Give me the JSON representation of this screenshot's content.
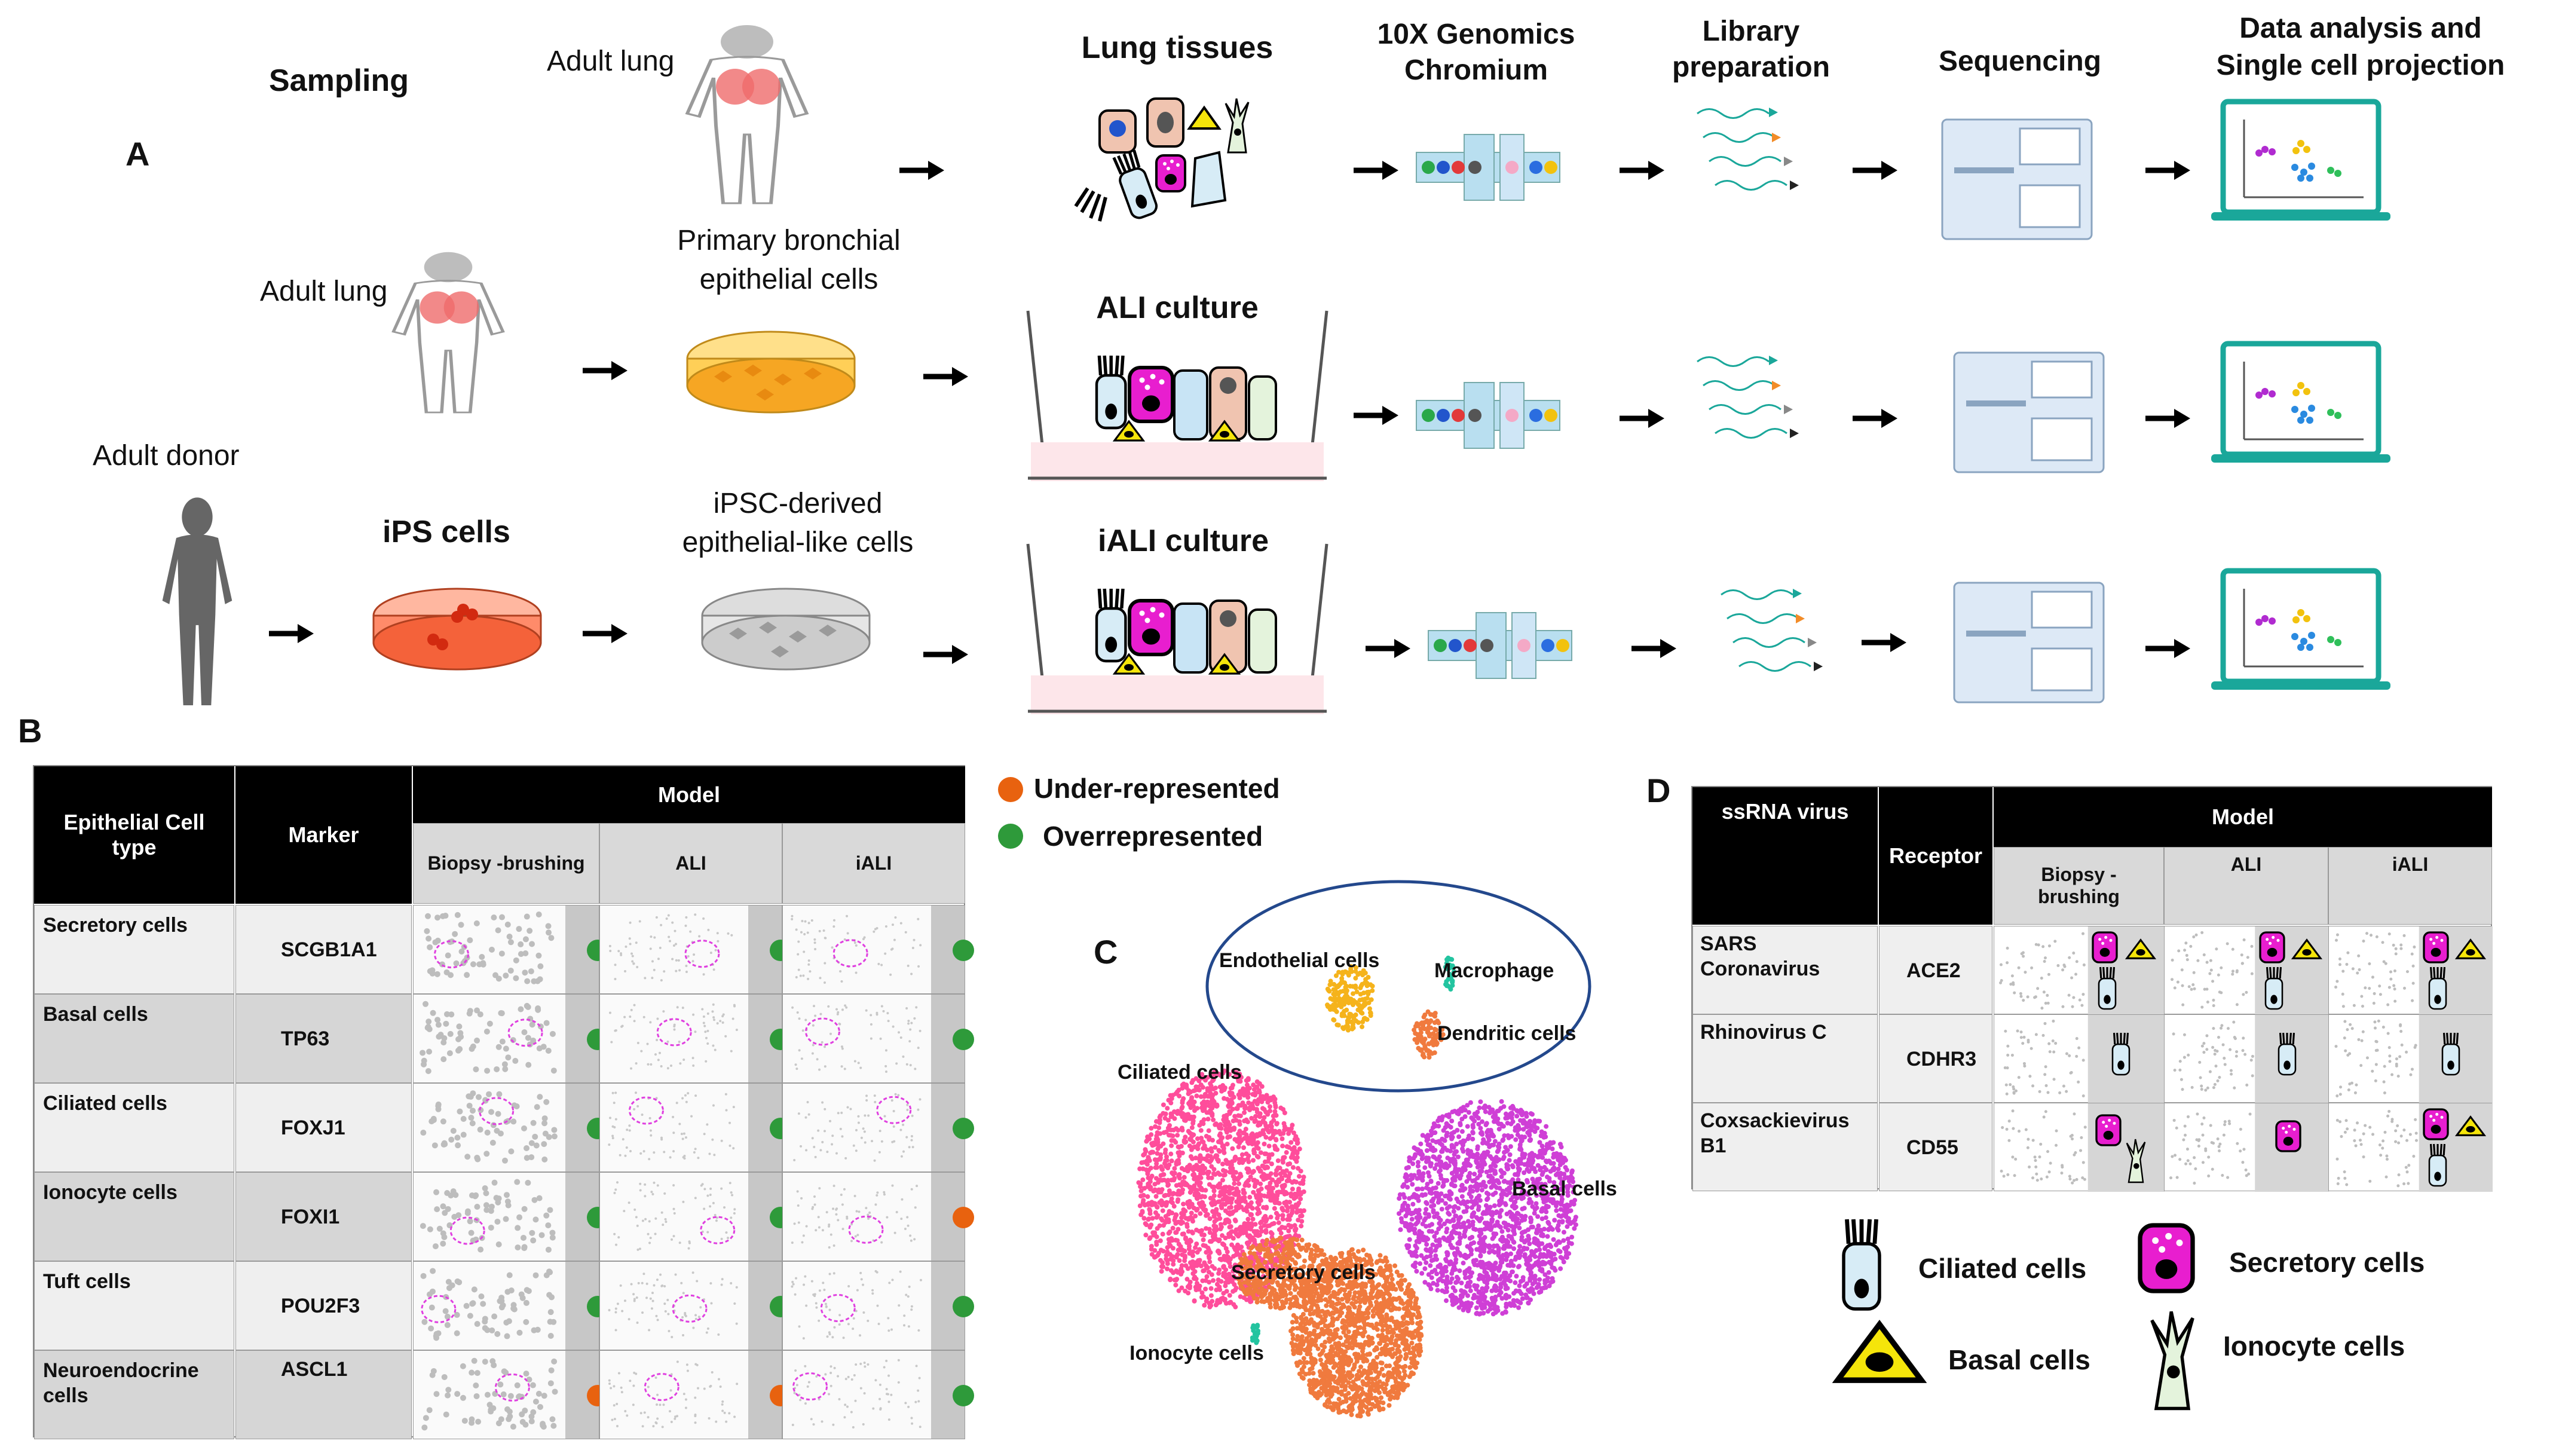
{
  "colors": {
    "green_dot": "#2e9a3a",
    "orange_dot": "#e8620f",
    "magenta_oval": "#e040e0",
    "laptop": "#1aa79a",
    "ciliated": "#ff4d9b",
    "basal": "#cf3fd6",
    "secondary": "#f07a3e",
    "endothelial": "#f5b31b",
    "macrophage": "#23c4a0"
  },
  "panelA": {
    "letter": "A",
    "sampling": "Sampling",
    "adult_lung_1": "Adult lung",
    "adult_lung_2": "Adult lung",
    "adult_donor": "Adult donor",
    "primary_cells": [
      "Primary bronchial",
      "epithelial cells"
    ],
    "ips_cells": "iPS cells",
    "ipsc_derived": [
      "iPSC-derived",
      "epithelial-like cells"
    ],
    "lung_tissues": "Lung tissues",
    "ali_culture": "ALI culture",
    "iali_culture": "iALI culture",
    "genomics": [
      "10X Genomics",
      "Chromium"
    ],
    "library": [
      "Library",
      "preparation"
    ],
    "sequencing": "Sequencing",
    "analysis": [
      "Data analysis and",
      "Single cell projection"
    ]
  },
  "panelB": {
    "letter": "B",
    "headers": {
      "cell_type": [
        "Epithelial Cell",
        "type"
      ],
      "marker": "Marker",
      "model": "Model",
      "biopsy": "Biopsy -brushing",
      "ali": "ALI",
      "iali": "iALI"
    },
    "rows": [
      {
        "type": [
          "Secretory cells"
        ],
        "marker": "SCGB1A1",
        "dots": [
          "green",
          "green",
          "green"
        ]
      },
      {
        "type": [
          "Basal cells"
        ],
        "marker": "TP63",
        "dots": [
          "green",
          "green",
          "green"
        ]
      },
      {
        "type": [
          "Ciliated cells"
        ],
        "marker": "FOXJ1",
        "dots": [
          "green",
          "green",
          "green"
        ]
      },
      {
        "type": [
          "Ionocyte cells"
        ],
        "marker": "FOXI1",
        "dots": [
          "green",
          "green",
          "orange"
        ]
      },
      {
        "type": [
          "Tuft cells"
        ],
        "marker": "POU2F3",
        "dots": [
          "green",
          "green",
          "green"
        ]
      },
      {
        "type": [
          "Neuroendocrine",
          "cells"
        ],
        "marker": "ASCL1",
        "dots": [
          "orange",
          "orange",
          "green"
        ]
      }
    ]
  },
  "legend": {
    "under": "Under-represented",
    "over": "Overrepresented"
  },
  "panelC": {
    "letter": "C",
    "labels": {
      "endothelial": "Endothelial cells",
      "macrophage": "Macrophage",
      "dendritic": "Dendritic cells",
      "ciliated": "Ciliated cells",
      "basal": "Basal cells",
      "secretory": "Secretory cells",
      "ionocyte": "Ionocyte cells"
    }
  },
  "panelD": {
    "letter": "D",
    "headers": {
      "virus": "ssRNA virus",
      "receptor": "Receptor",
      "model": "Model",
      "biopsy": [
        "Biopsy -",
        "brushing"
      ],
      "ali": "ALI",
      "iali": "iALI"
    },
    "rows": [
      {
        "virus": [
          "SARS",
          "Coronavirus"
        ],
        "receptor": "ACE2"
      },
      {
        "virus": [
          "Rhinovirus C"
        ],
        "receptor": "CDHR3"
      },
      {
        "virus": [
          "Coxsackievirus",
          "B1"
        ],
        "receptor": "CD55"
      }
    ],
    "legend": {
      "ciliated": "Ciliated cells",
      "secretory": "Secretory cells",
      "basal": "Basal cells",
      "ionocyte": "Ionocyte cells"
    }
  }
}
